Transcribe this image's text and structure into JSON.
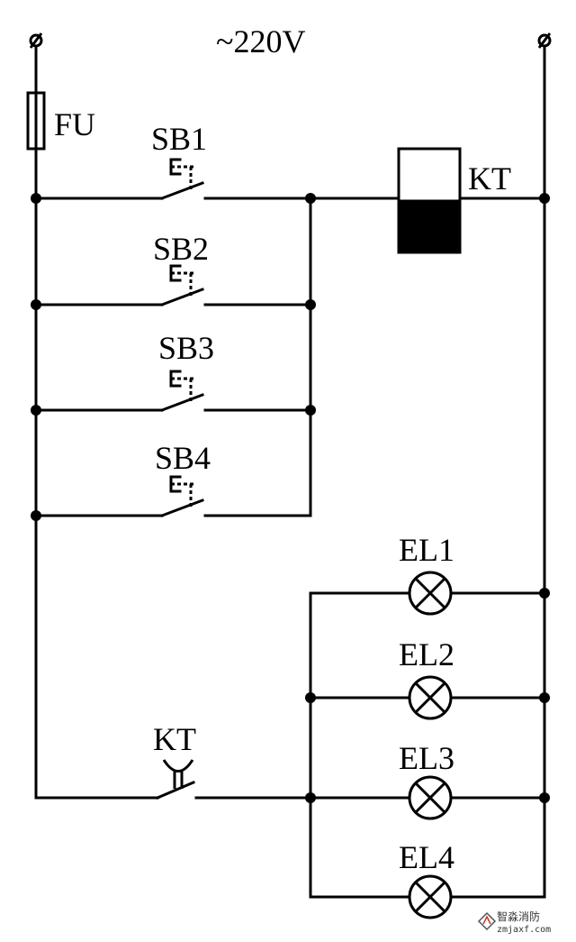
{
  "supply_label": "~220V",
  "labels": {
    "fuse": "FU",
    "timer_coil": "KT",
    "timer_contact": "KT",
    "buttons": [
      "SB1",
      "SB2",
      "SB3",
      "SB4"
    ],
    "lamps": [
      "EL1",
      "EL2",
      "EL3",
      "EL4"
    ]
  },
  "watermark": {
    "name_cn": "智淼消防",
    "site": "zmjaxf.com"
  }
}
